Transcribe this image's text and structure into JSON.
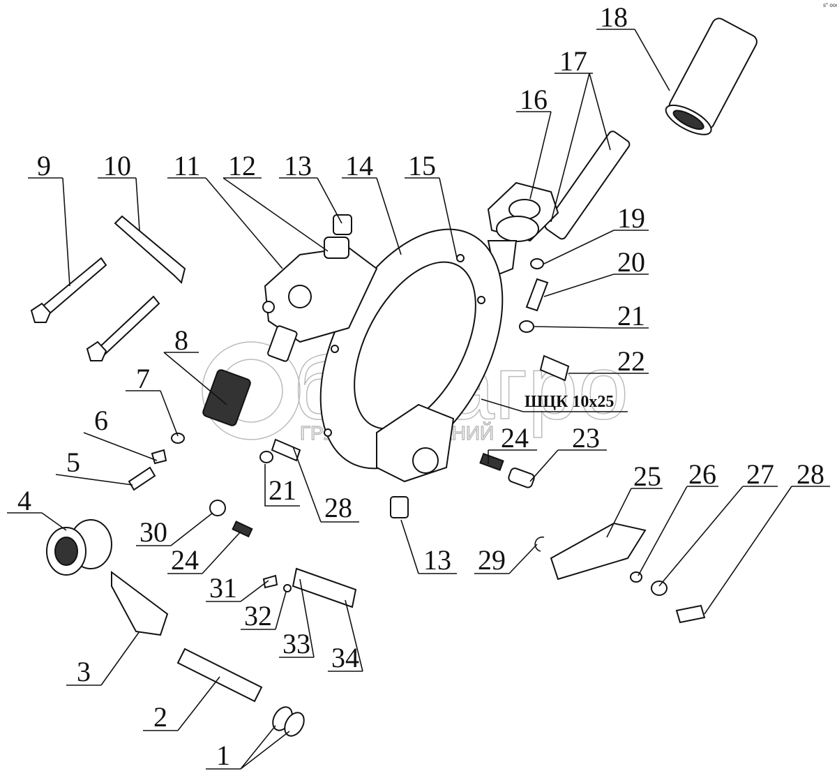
{
  "corner_mark": "s° ооо",
  "watermark": {
    "logo": "белагро",
    "subtitle": "ГРУППА КОМПАНИЙ"
  },
  "note": "ШЦК 10х25",
  "labels": {
    "p1": "1",
    "p2": "2",
    "p3": "3",
    "p4": "4",
    "p5": "5",
    "p6": "6",
    "p7": "7",
    "p8": "8",
    "p9": "9",
    "p10": "10",
    "p11": "11",
    "p12": "12",
    "p13a": "13",
    "p13b": "13",
    "p14": "14",
    "p15": "15",
    "p16": "16",
    "p17": "17",
    "p18": "18",
    "p19": "19",
    "p20": "20",
    "p21a": "21",
    "p21b": "21",
    "p22": "22",
    "p23": "23",
    "p24a": "24",
    "p24b": "24",
    "p25": "25",
    "p26": "26",
    "p27": "27",
    "p28a": "28",
    "p28b": "28",
    "p29": "29",
    "p30": "30",
    "p31": "31",
    "p32": "32",
    "p33": "33",
    "p34": "34"
  }
}
